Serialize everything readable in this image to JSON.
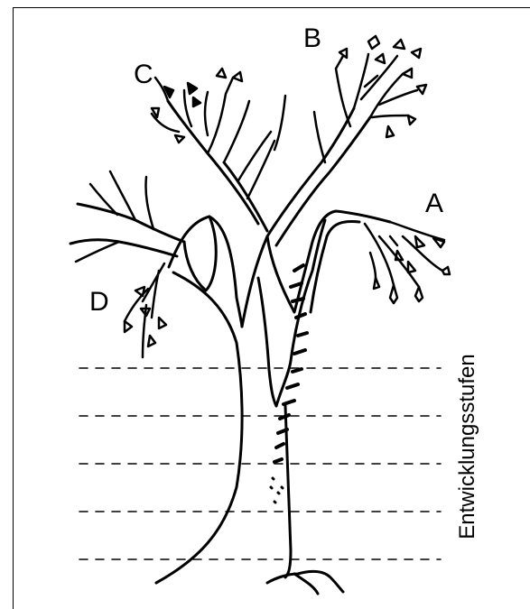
{
  "labels": {
    "a": "A",
    "b": "B",
    "c": "C",
    "d": "D"
  },
  "axis_label": "Entwicklungsstufen",
  "colors": {
    "ink": "#000000",
    "background": "#ffffff"
  }
}
